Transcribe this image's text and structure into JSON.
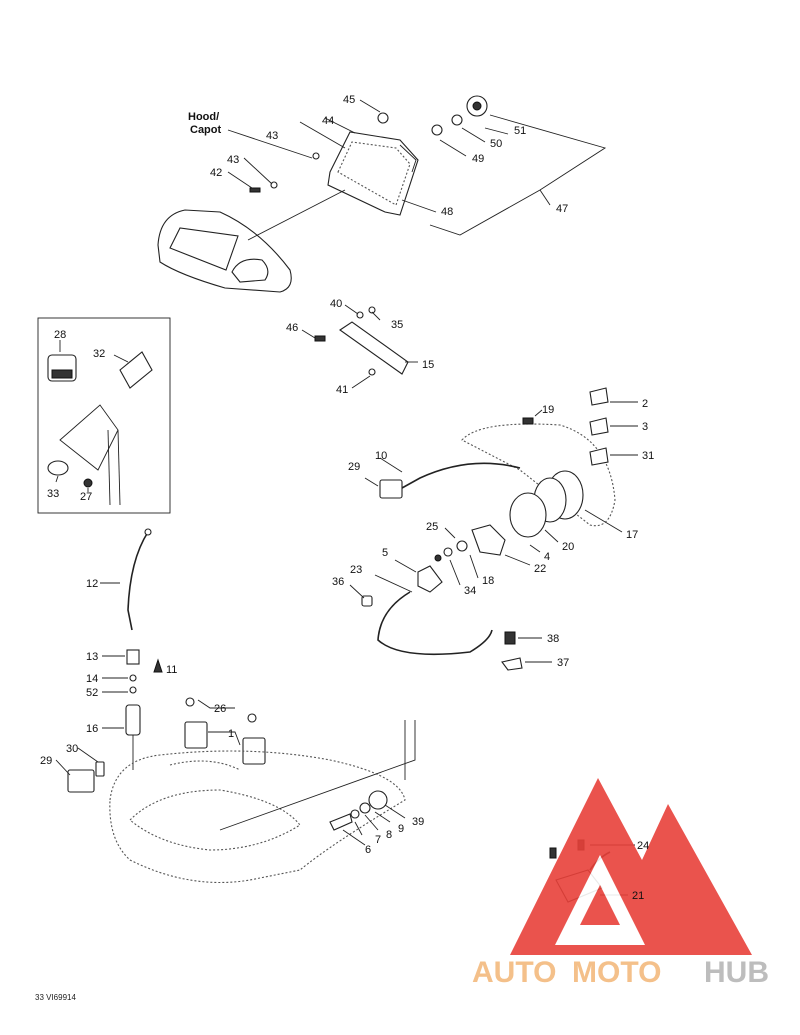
{
  "callouts": {
    "hood": "Hood/",
    "capot": "Capot",
    "n1": "1",
    "n2": "2",
    "n3": "3",
    "n4": "4",
    "n5": "5",
    "n6": "6",
    "n7": "7",
    "n8": "8",
    "n9": "9",
    "n10": "10",
    "n11": "11",
    "n12": "12",
    "n13": "13",
    "n14": "14",
    "n15": "15",
    "n16": "16",
    "n17": "17",
    "n18": "18",
    "n19": "19",
    "n20": "20",
    "n21": "21",
    "n22": "22",
    "n23": "23",
    "n24": "24",
    "n25": "25",
    "n26": "26",
    "n27": "27",
    "n28": "28",
    "n29a": "29",
    "n29b": "29",
    "n30": "30",
    "n31": "31",
    "n32": "32",
    "n33": "33",
    "n34": "34",
    "n35": "35",
    "n36": "36",
    "n37": "37",
    "n38": "38",
    "n39": "39",
    "n40": "40",
    "n41": "41",
    "n42": "42",
    "n43a": "43",
    "n43b": "43",
    "n44": "44",
    "n45": "45",
    "n46": "46",
    "n47": "47",
    "n48": "48",
    "n49": "49",
    "n50": "50",
    "n51": "51",
    "n52": "52"
  },
  "reference_code": "33 VI69914",
  "watermark": {
    "auto": "AUTO",
    "moto": "MOTO",
    "hub": "HUB",
    "triangle_color": "#e8413a",
    "text_color_light": "#f4c08a",
    "text_color_gray": "#bdbdbd"
  }
}
